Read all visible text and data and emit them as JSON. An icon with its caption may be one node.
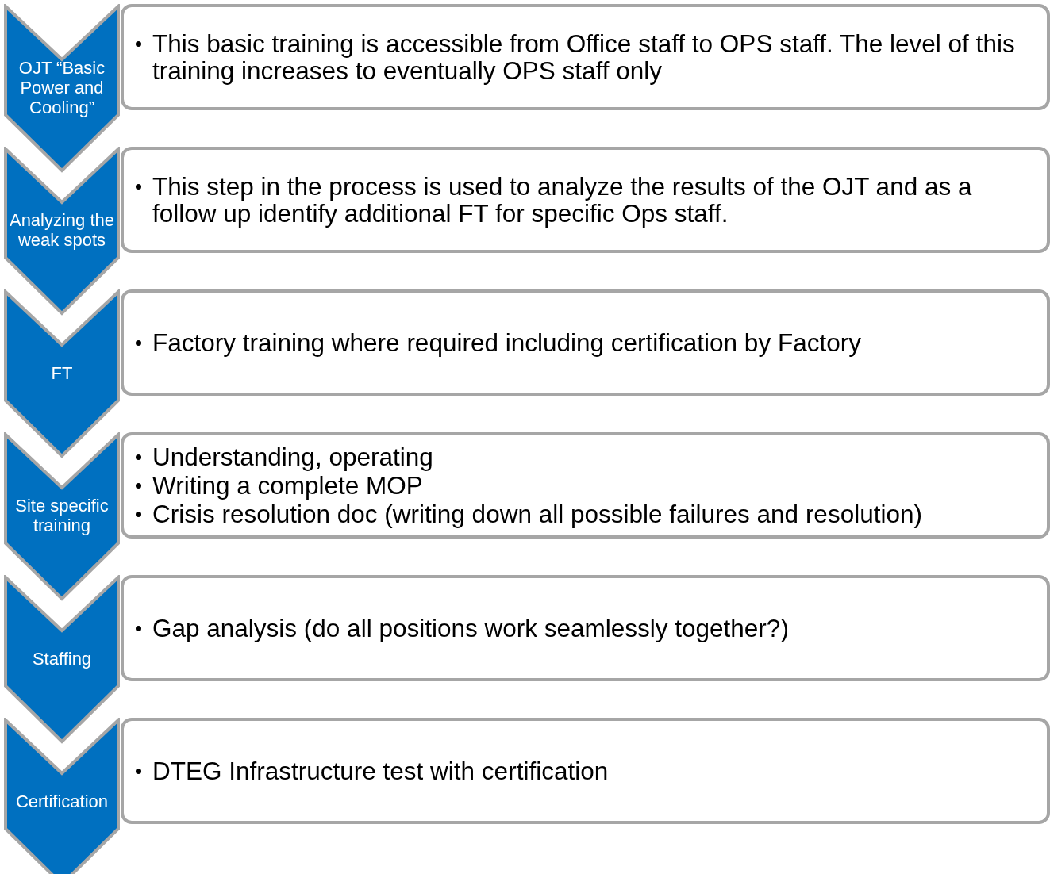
{
  "diagram": {
    "nodes": [
      {
        "text": [
          "OJT “Basic Power and Cooling”"
        ]
      },
      {
        "text": [
          "This basic training is accessible from Office staff to OPS staff. The level of this training increases to eventually OPS staff only"
        ]
      },
      {
        "text": [
          "Analyzing the weak spots"
        ]
      },
      {
        "text": [
          "This step in the process is used to analyze the results of the OJT and as a follow up identify additional FT for specific Ops staff."
        ]
      },
      {
        "text": [
          "FT"
        ]
      },
      {
        "text": [
          "Factory training where required including certification by Factory"
        ]
      },
      {
        "text": [
          "Site specific training"
        ]
      },
      {
        "text": [
          "Understanding, operating",
          "Writing a complete MOP",
          "Crisis resolution doc  (writing down all possible failures and resolution)"
        ]
      },
      {
        "text": [
          "Staffing"
        ]
      },
      {
        "text": [
          "Gap analysis (do all positions work seamlessly together?)"
        ]
      },
      {
        "text": [
          "Certification"
        ]
      },
      {
        "text": [
          "DTEG Infrastructure test with certification"
        ]
      }
    ]
  }
}
